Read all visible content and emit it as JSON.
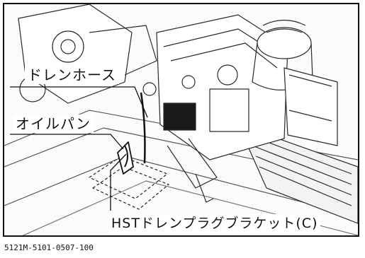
{
  "callouts": {
    "drain_hose": "ドレンホース",
    "oil_pan": "オイルパン",
    "hst_bracket": "HSTドレンプラグブラケット(C)"
  },
  "figure_id": "5121M-5101-0507-100",
  "colors": {
    "frame": "#111111",
    "line": "#222222"
  }
}
